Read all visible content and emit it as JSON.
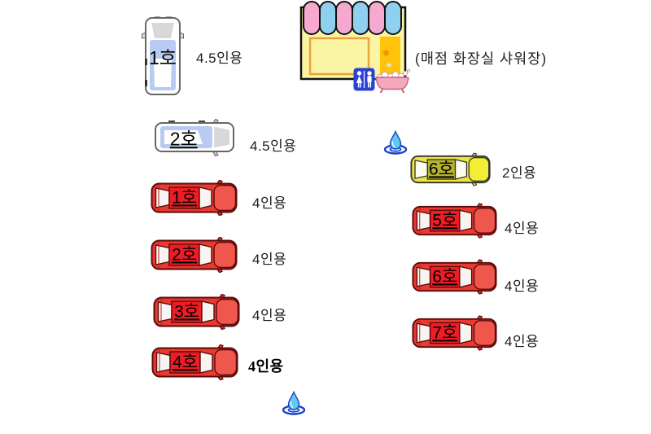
{
  "building": {
    "label": "(매점 화장실 샤워장)",
    "facilities": [
      "store",
      "restroom",
      "shower"
    ],
    "awning_colors": [
      "#f7a8cf",
      "#8fd0ee"
    ],
    "facade_color": "#fbf4a3",
    "door_color": "#ffc30b"
  },
  "vehicles": [
    {
      "id": "van-1",
      "label": "1호",
      "capacity": "4.5인용",
      "type": "camper-van-vertical",
      "color": "white-blue"
    },
    {
      "id": "van-2",
      "label": "2호",
      "capacity": "4.5인용",
      "type": "camper-van-horizontal",
      "color": "white-blue"
    },
    {
      "id": "car-left-1",
      "label": "1호",
      "capacity": "4인용",
      "type": "car",
      "color": "red"
    },
    {
      "id": "car-left-2",
      "label": "2호",
      "capacity": "4인용",
      "type": "car",
      "color": "red"
    },
    {
      "id": "car-left-3",
      "label": "3호",
      "capacity": "4인용",
      "type": "car",
      "color": "red"
    },
    {
      "id": "car-left-4",
      "label": "4호",
      "capacity": "4인용",
      "type": "car",
      "color": "red",
      "capacity_bold": true
    },
    {
      "id": "car-right-6-yellow",
      "label": "6호",
      "capacity": "2인용",
      "type": "car",
      "color": "yellow"
    },
    {
      "id": "car-right-5",
      "label": "5호",
      "capacity": "4인용",
      "type": "car",
      "color": "red"
    },
    {
      "id": "car-right-6",
      "label": "6호",
      "capacity": "4인용",
      "type": "car",
      "color": "red"
    },
    {
      "id": "car-right-7",
      "label": "7호",
      "capacity": "4인용",
      "type": "car",
      "color": "red"
    }
  ],
  "icons": {
    "water_drop_count": 2,
    "restroom_sign": "restroom-sign",
    "bathtub": "bathtub"
  },
  "colors": {
    "car_red_body": "#e93a30",
    "car_red_roof": "#ee1c25",
    "car_yellow_body": "#ece53b",
    "car_yellow_roof": "#b5b32c",
    "van_roof_blue": "#b9cbf2",
    "restroom_sign_blue": "#2942d8",
    "bathtub_pink": "#f4a9bb",
    "water_drop_blue": "#62c8f0",
    "ripple_blue": "#1a41c8"
  }
}
